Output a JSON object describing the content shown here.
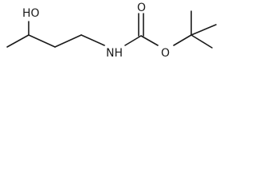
{
  "molecule": {
    "atoms": {
      "hydroxyl": "HO",
      "amine": "NH",
      "carbonyl_oxygen": "O",
      "ester_oxygen": "O"
    },
    "bond_color": "#1a1a1a"
  }
}
